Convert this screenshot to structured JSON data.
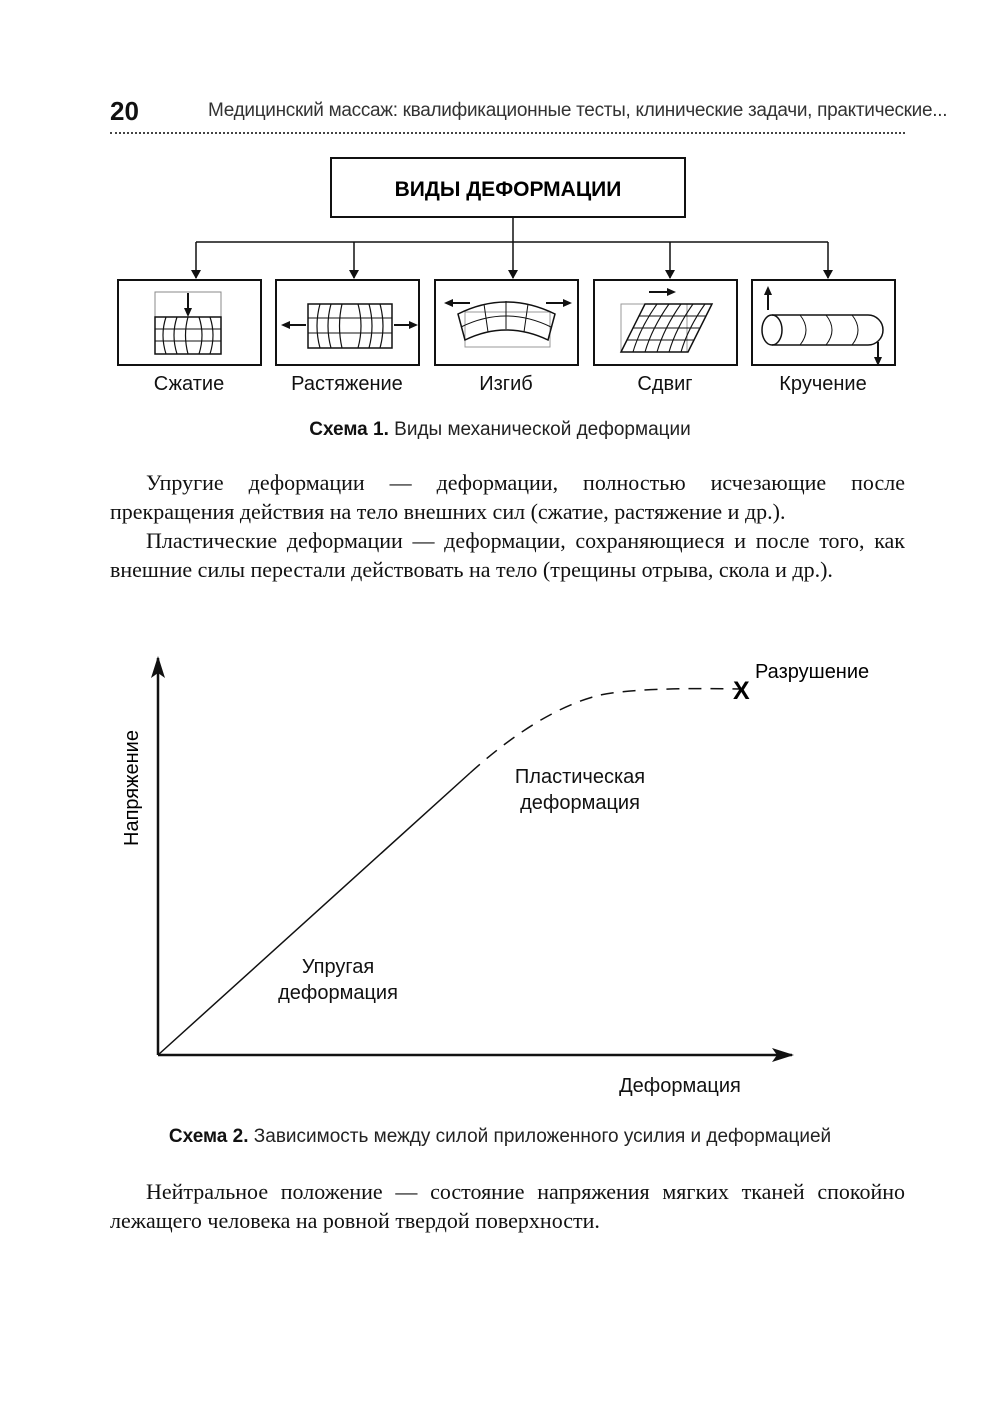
{
  "header": {
    "page_number": "20",
    "running_title": "Медицинский массаж: квалификационные тесты, клинические задачи, практические..."
  },
  "scheme1": {
    "root": "ВИДЫ ДЕФОРМАЦИИ",
    "items": [
      {
        "label": "Сжатие",
        "icon": "compression-icon"
      },
      {
        "label": "Растяжение",
        "icon": "tension-icon"
      },
      {
        "label": "Изгиб",
        "icon": "bending-icon"
      },
      {
        "label": "Сдвиг",
        "icon": "shear-icon"
      },
      {
        "label": "Кручение",
        "icon": "torsion-icon"
      }
    ],
    "caption_bold": "Схема 1.",
    "caption_text": " Виды механической деформации"
  },
  "paragraphs": {
    "p1": "Упругие деформации — деформации, полностью исчезающие после прекращения действия на тело внешних сил (сжатие, растяжение и др.).",
    "p2": "Пластические деформации — деформации, сохраняющиеся и после того, как внешние силы перестали действовать на тело (трещины отрыва, скола и др.).",
    "p3": "Нейтральное положение — состояние напряжения мягких тканей спокойно лежащего человека на ровной твердой поверхности."
  },
  "scheme2": {
    "caption_bold": "Схема 2.",
    "caption_text": " Зависимость между силой приложенного усилия и деформацией"
  },
  "chart_data": {
    "type": "line",
    "xlabel": "Деформация",
    "ylabel": "Напряжение",
    "grid": false,
    "annotations": {
      "elastic": [
        "Упругая",
        "деформация"
      ],
      "plastic": [
        "Пластическая",
        "деформация"
      ],
      "failure_marker": "X",
      "failure_label": "Разрушение"
    },
    "segments": [
      {
        "name": "elastic",
        "style": "solid"
      },
      {
        "name": "plastic",
        "style": "dashed"
      }
    ]
  }
}
